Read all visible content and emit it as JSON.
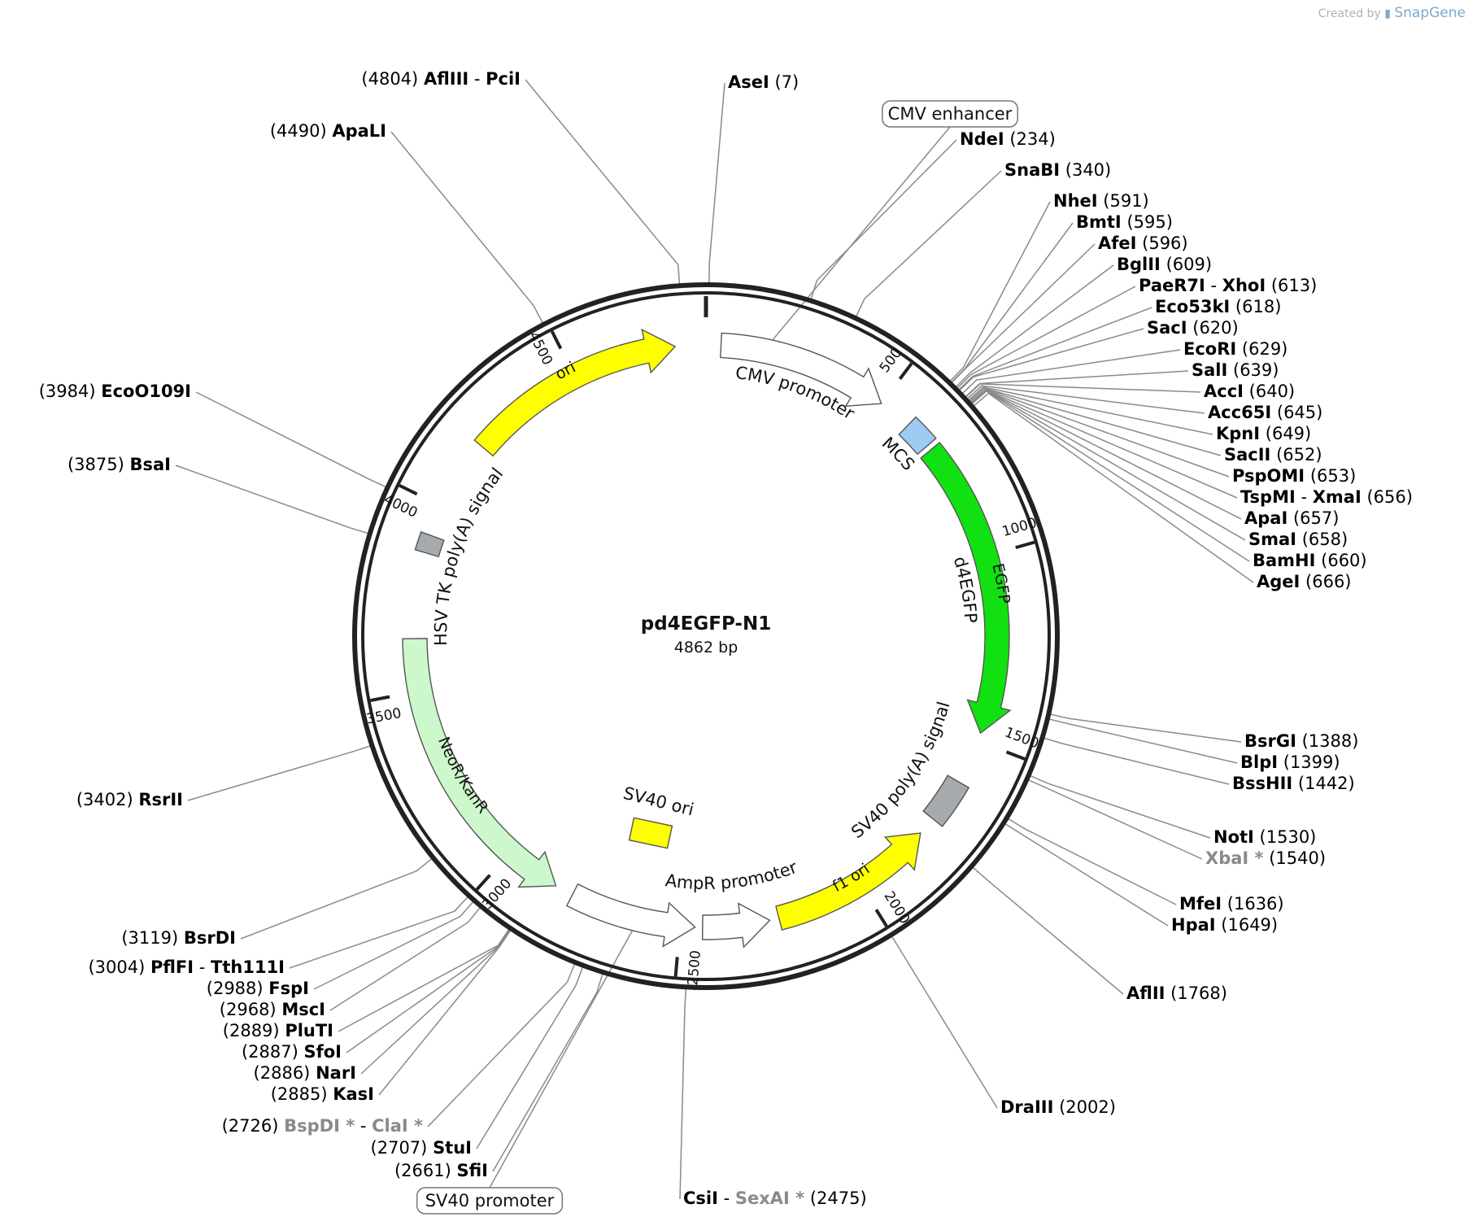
{
  "credit": {
    "prefix": "Created by",
    "brand": "SnapGene"
  },
  "plasmid": {
    "name": "pd4EGFP-N1",
    "length_label": "4862 bp",
    "length": 4862
  },
  "ticks": [
    {
      "bp": 500,
      "label": "500"
    },
    {
      "bp": 1000,
      "label": "1000"
    },
    {
      "bp": 1500,
      "label": "1500"
    },
    {
      "bp": 2000,
      "label": "2000"
    },
    {
      "bp": 2500,
      "label": "2500"
    },
    {
      "bp": 3000,
      "label": "3000"
    },
    {
      "bp": 3500,
      "label": "3500"
    },
    {
      "bp": 4000,
      "label": "4000"
    },
    {
      "bp": 4500,
      "label": "4500"
    }
  ],
  "features": [
    {
      "name": "ori",
      "type": "rep_origin",
      "start": 4190,
      "end": 4780,
      "direction": "forward",
      "color": "#ffff00",
      "label_inside": "ori"
    },
    {
      "name": "CMV promoter",
      "type": "promoter",
      "start": 40,
      "end": 500,
      "direction": "forward",
      "color": "#ffffff",
      "label_curved": "CMV promoter"
    },
    {
      "name": "MCS",
      "type": "misc",
      "start": 591,
      "end": 666,
      "direction": "none",
      "color": "#9ecbf4",
      "label_curved": "MCS"
    },
    {
      "name": "d4EGFP",
      "type": "cds",
      "start": 680,
      "end": 1478,
      "direction": "forward",
      "color": "#11e011",
      "label_inside": "EGFP",
      "label_curved": "d4EGFP"
    },
    {
      "name": "SV40 poly(A) signal",
      "type": "polyA",
      "start": 1620,
      "end": 1740,
      "direction": "none",
      "color": "#a5aaaf",
      "label_curved": "SV40 poly(A) signal"
    },
    {
      "name": "f1 ori",
      "type": "rep_origin",
      "start": 1790,
      "end": 2235,
      "direction": "reverse",
      "color": "#ffff00",
      "label_inside": "f1 ori"
    },
    {
      "name": "AmpR promoter",
      "type": "promoter",
      "start": 2260,
      "end": 2440,
      "direction": "reverse",
      "color": "#ffffff",
      "label_curved": "AmpR promoter"
    },
    {
      "name": "SV40 promoter",
      "type": "promoter",
      "start": 2460,
      "end": 2800,
      "direction": "reverse",
      "color": "#ffffff"
    },
    {
      "name": "NeoR/KanR",
      "type": "cds",
      "start": 2850,
      "end": 3640,
      "direction": "reverse",
      "color": "#ccf8cc",
      "label_inside": "NeoR/KanR"
    },
    {
      "name": "HSV TK poly(A) signal",
      "type": "polyA",
      "start": 3870,
      "end": 3918,
      "direction": "none",
      "color": "#a5aaaf",
      "label_curved": "HSV TK poly(A) signal"
    }
  ],
  "inner_features": [
    {
      "name": "SV40 ori",
      "label": "SV40 ori",
      "color": "#ffff00"
    }
  ],
  "boxed_labels": [
    {
      "text": "CMV enhancer",
      "bp": 170
    },
    {
      "text": "SV40 promoter",
      "bp": 2620
    }
  ],
  "sites": [
    {
      "parts": [
        {
          "name": "AseI",
          "dim": false
        }
      ],
      "pos": "(7)",
      "bp": 7,
      "side": "right"
    },
    {
      "parts": [
        {
          "name": "NdeI",
          "dim": false
        }
      ],
      "pos": "(234)",
      "bp": 234,
      "side": "right"
    },
    {
      "parts": [
        {
          "name": "SnaBI",
          "dim": false
        }
      ],
      "pos": "(340)",
      "bp": 340,
      "side": "right"
    },
    {
      "parts": [
        {
          "name": "NheI",
          "dim": false
        }
      ],
      "pos": "(591)",
      "bp": 591,
      "side": "right"
    },
    {
      "parts": [
        {
          "name": "BmtI",
          "dim": false
        }
      ],
      "pos": "(595)",
      "bp": 595,
      "side": "right"
    },
    {
      "parts": [
        {
          "name": "AfeI",
          "dim": false
        }
      ],
      "pos": "(596)",
      "bp": 596,
      "side": "right"
    },
    {
      "parts": [
        {
          "name": "BglII",
          "dim": false
        }
      ],
      "pos": "(609)",
      "bp": 609,
      "side": "right"
    },
    {
      "parts": [
        {
          "name": "PaeR7I",
          "dim": false
        },
        {
          "name": "XhoI",
          "dim": false
        }
      ],
      "pos": "(613)",
      "bp": 613,
      "side": "right"
    },
    {
      "parts": [
        {
          "name": "Eco53kI",
          "dim": false
        }
      ],
      "pos": "(618)",
      "bp": 618,
      "side": "right"
    },
    {
      "parts": [
        {
          "name": "SacI",
          "dim": false
        }
      ],
      "pos": "(620)",
      "bp": 620,
      "side": "right"
    },
    {
      "parts": [
        {
          "name": "EcoRI",
          "dim": false
        }
      ],
      "pos": "(629)",
      "bp": 629,
      "side": "right"
    },
    {
      "parts": [
        {
          "name": "SalI",
          "dim": false
        }
      ],
      "pos": "(639)",
      "bp": 639,
      "side": "right"
    },
    {
      "parts": [
        {
          "name": "AccI",
          "dim": false
        }
      ],
      "pos": "(640)",
      "bp": 640,
      "side": "right"
    },
    {
      "parts": [
        {
          "name": "Acc65I",
          "dim": false
        }
      ],
      "pos": "(645)",
      "bp": 645,
      "side": "right"
    },
    {
      "parts": [
        {
          "name": "KpnI",
          "dim": false
        }
      ],
      "pos": "(649)",
      "bp": 649,
      "side": "right"
    },
    {
      "parts": [
        {
          "name": "SacII",
          "dim": false
        }
      ],
      "pos": "(652)",
      "bp": 652,
      "side": "right"
    },
    {
      "parts": [
        {
          "name": "PspOMI",
          "dim": false
        }
      ],
      "pos": "(653)",
      "bp": 653,
      "side": "right"
    },
    {
      "parts": [
        {
          "name": "TspMI",
          "dim": false
        },
        {
          "name": "XmaI",
          "dim": false
        }
      ],
      "pos": "(656)",
      "bp": 656,
      "side": "right"
    },
    {
      "parts": [
        {
          "name": "ApaI",
          "dim": false
        }
      ],
      "pos": "(657)",
      "bp": 657,
      "side": "right"
    },
    {
      "parts": [
        {
          "name": "SmaI",
          "dim": false
        }
      ],
      "pos": "(658)",
      "bp": 658,
      "side": "right"
    },
    {
      "parts": [
        {
          "name": "BamHI",
          "dim": false
        }
      ],
      "pos": "(660)",
      "bp": 660,
      "side": "right"
    },
    {
      "parts": [
        {
          "name": "AgeI",
          "dim": false
        }
      ],
      "pos": "(666)",
      "bp": 666,
      "side": "right"
    },
    {
      "parts": [
        {
          "name": "BsrGI",
          "dim": false
        }
      ],
      "pos": "(1388)",
      "bp": 1388,
      "side": "right"
    },
    {
      "parts": [
        {
          "name": "BlpI",
          "dim": false
        }
      ],
      "pos": "(1399)",
      "bp": 1399,
      "side": "right"
    },
    {
      "parts": [
        {
          "name": "BssHII",
          "dim": false
        }
      ],
      "pos": "(1442)",
      "bp": 1442,
      "side": "right"
    },
    {
      "parts": [
        {
          "name": "NotI",
          "dim": false
        }
      ],
      "pos": "(1530)",
      "bp": 1530,
      "side": "right"
    },
    {
      "parts": [
        {
          "name": "XbaI *",
          "dim": true
        }
      ],
      "pos": "(1540)",
      "bp": 1540,
      "side": "right"
    },
    {
      "parts": [
        {
          "name": "MfeI",
          "dim": false
        }
      ],
      "pos": "(1636)",
      "bp": 1636,
      "side": "right"
    },
    {
      "parts": [
        {
          "name": "HpaI",
          "dim": false
        }
      ],
      "pos": "(1649)",
      "bp": 1649,
      "side": "right"
    },
    {
      "parts": [
        {
          "name": "AflII",
          "dim": false
        }
      ],
      "pos": "(1768)",
      "bp": 1768,
      "side": "right"
    },
    {
      "parts": [
        {
          "name": "DraIII",
          "dim": false
        }
      ],
      "pos": "(2002)",
      "bp": 2002,
      "side": "right"
    },
    {
      "parts": [
        {
          "name": "CsiI",
          "dim": false
        },
        {
          "name": "SexAI *",
          "dim": true
        }
      ],
      "pos": "(2475)",
      "bp": 2475,
      "side": "right"
    },
    {
      "parts": [
        {
          "name": "SfiI",
          "dim": false
        }
      ],
      "pos": "(2661)",
      "bp": 2661,
      "side": "left"
    },
    {
      "parts": [
        {
          "name": "StuI",
          "dim": false
        }
      ],
      "pos": "(2707)",
      "bp": 2707,
      "side": "left"
    },
    {
      "parts": [
        {
          "name": "BspDI *",
          "dim": true
        },
        {
          "name": "ClaI *",
          "dim": true
        }
      ],
      "pos": "(2726)",
      "bp": 2726,
      "side": "left"
    },
    {
      "parts": [
        {
          "name": "KasI",
          "dim": false
        }
      ],
      "pos": "(2885)",
      "bp": 2885,
      "side": "left"
    },
    {
      "parts": [
        {
          "name": "NarI",
          "dim": false
        }
      ],
      "pos": "(2886)",
      "bp": 2886,
      "side": "left"
    },
    {
      "parts": [
        {
          "name": "SfoI",
          "dim": false
        }
      ],
      "pos": "(2887)",
      "bp": 2887,
      "side": "left"
    },
    {
      "parts": [
        {
          "name": "PluTI",
          "dim": false
        }
      ],
      "pos": "(2889)",
      "bp": 2889,
      "side": "left"
    },
    {
      "parts": [
        {
          "name": "MscI",
          "dim": false
        }
      ],
      "pos": "(2968)",
      "bp": 2968,
      "side": "left"
    },
    {
      "parts": [
        {
          "name": "FspI",
          "dim": false
        }
      ],
      "pos": "(2988)",
      "bp": 2988,
      "side": "left"
    },
    {
      "parts": [
        {
          "name": "PflFI",
          "dim": false
        },
        {
          "name": "Tth111I",
          "dim": false
        }
      ],
      "pos": "(3004)",
      "bp": 3004,
      "side": "left"
    },
    {
      "parts": [
        {
          "name": "BsrDI",
          "dim": false
        }
      ],
      "pos": "(3119)",
      "bp": 3119,
      "side": "left"
    },
    {
      "parts": [
        {
          "name": "RsrII",
          "dim": false
        }
      ],
      "pos": "(3402)",
      "bp": 3402,
      "side": "left"
    },
    {
      "parts": [
        {
          "name": "BsaI",
          "dim": false
        }
      ],
      "pos": "(3875)",
      "bp": 3875,
      "side": "left"
    },
    {
      "parts": [
        {
          "name": "EcoO109I",
          "dim": false
        }
      ],
      "pos": "(3984)",
      "bp": 3984,
      "side": "left"
    },
    {
      "parts": [
        {
          "name": "ApaLI",
          "dim": false
        }
      ],
      "pos": "(4490)",
      "bp": 4490,
      "side": "left"
    },
    {
      "parts": [
        {
          "name": "AflIII",
          "dim": false
        },
        {
          "name": "PciI",
          "dim": false
        }
      ],
      "pos": "(4804)",
      "bp": 4804,
      "side": "left"
    }
  ]
}
